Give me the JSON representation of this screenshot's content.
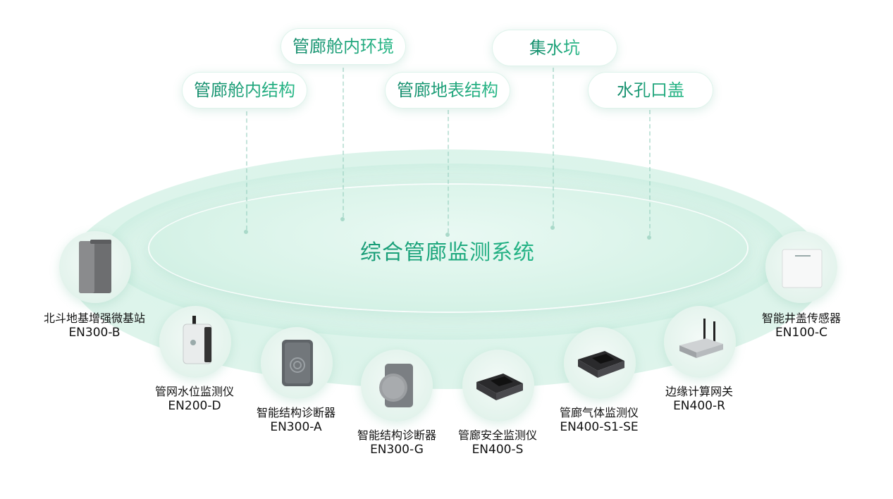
{
  "center_title": "综合管廊监测系统",
  "categories": [
    {
      "label": "管廊舱内环境"
    },
    {
      "label": "集水坑"
    },
    {
      "label": "管廊舱内结构"
    },
    {
      "label": "管廊地表结构"
    },
    {
      "label": "水孔口盖"
    }
  ],
  "devices": [
    {
      "name": "北斗地基增强微基站",
      "model": "EN300-B",
      "icon": "beidou-base-station-icon"
    },
    {
      "name": "管网水位监测仪",
      "model": "EN200-D",
      "icon": "water-level-monitor-icon"
    },
    {
      "name": "智能结构诊断器",
      "model": "EN300-A",
      "icon": "structure-diagnostic-a-icon"
    },
    {
      "name": "智能结构诊断器",
      "model": "EN300-G",
      "icon": "structure-diagnostic-g-icon"
    },
    {
      "name": "管廊安全监测仪",
      "model": "EN400-S",
      "icon": "safety-monitor-icon"
    },
    {
      "name": "管廊气体监测仪",
      "model": "EN400-S1-SE",
      "icon": "gas-monitor-icon"
    },
    {
      "name": "边缘计算网关",
      "model": "EN400-R",
      "icon": "edge-gateway-icon"
    },
    {
      "name": "智能井盖传感器",
      "model": "EN100-C",
      "icon": "manhole-sensor-icon"
    }
  ]
}
